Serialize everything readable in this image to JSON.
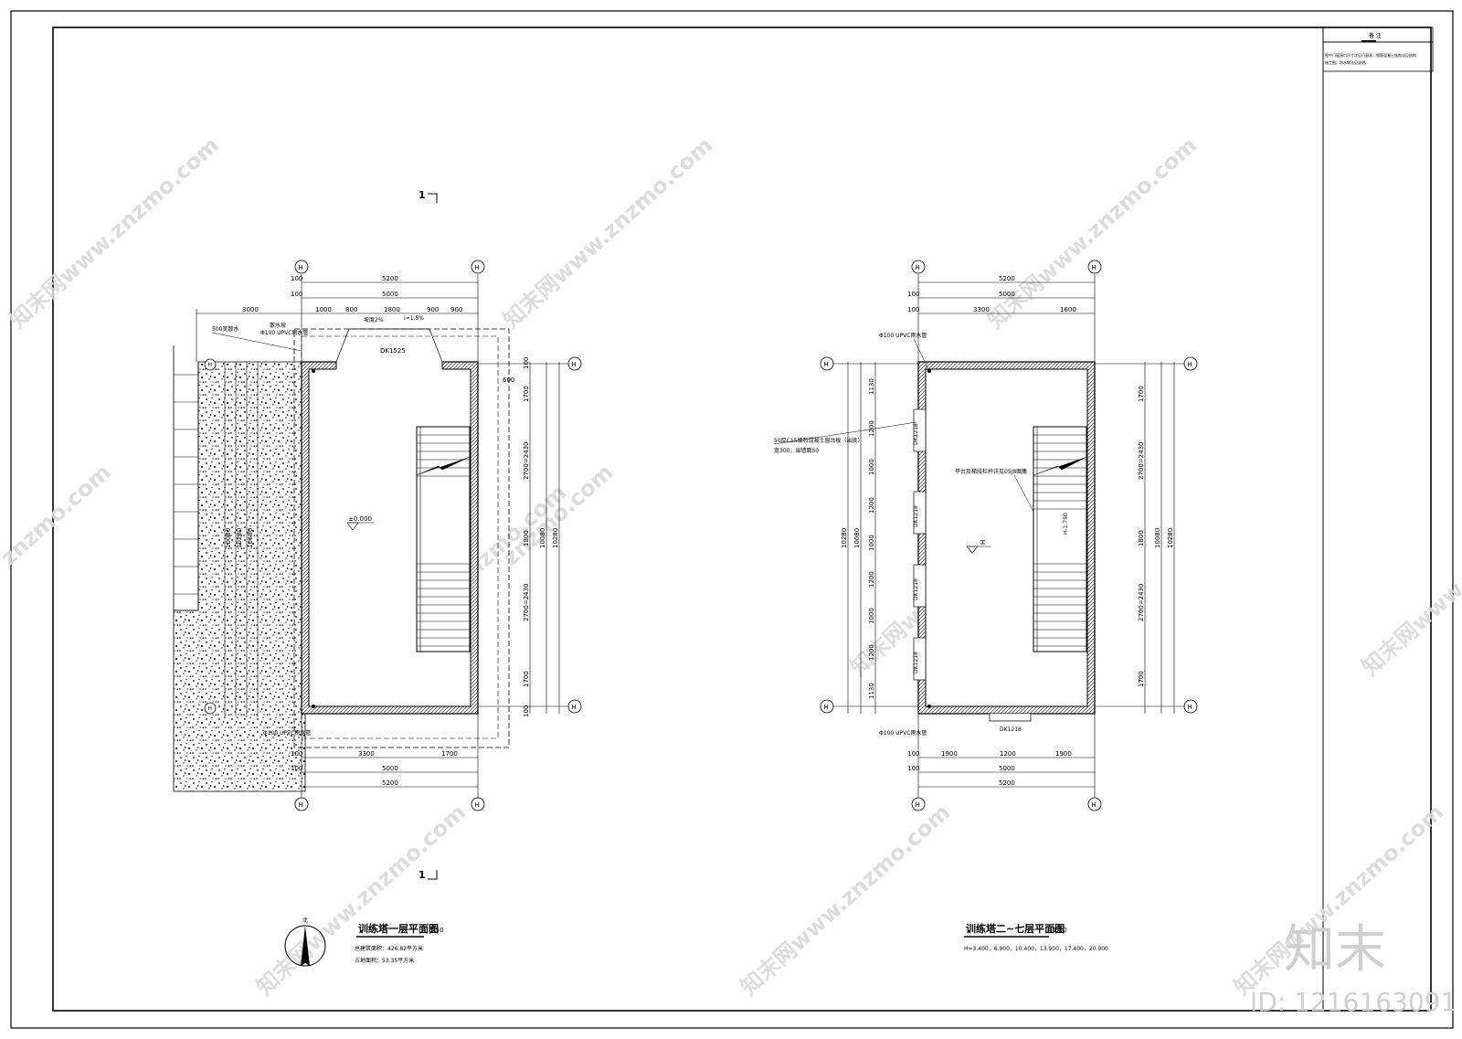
{
  "watermark": {
    "site": "znzmo.com",
    "site_full": "知末网www.znzmo.com",
    "logo_text": "知末",
    "id_text": "ID: 1216163091"
  },
  "legend_box": {
    "header": "备 注",
    "note_line1": "图中门窗洞口尺寸详见门窗表，钢筋混凝土结构详见结构",
    "note_line2": "施工图，防水做法见说明。"
  },
  "plan1": {
    "title": "训练塔一层平面图",
    "scale": "1:50",
    "area1": "总建筑面积：426.82平方米",
    "area2": "占地面积：53.35平方米",
    "north_label": "北",
    "section_mark": "1",
    "level": "±0.000",
    "door_label": "DK1525",
    "pipe_label": "Φ100 UPVC雨水管",
    "pipe_label2": "Φ100 UPVC雨水管",
    "slope_label": "500宽散水",
    "note_a": "散水坡",
    "note_b": "坡度2%",
    "note_c": "i=1.5%",
    "axis": {
      "top_left": "H",
      "top_right": "H",
      "bottom_left": "H",
      "bottom_right": "H",
      "side_top": "H",
      "side_bottom": "H",
      "left_top": "H",
      "left_bottom": "H"
    },
    "dims_top": [
      "5200",
      "5000",
      "100",
      "100",
      "3000",
      "1000",
      "800",
      "1800",
      "900",
      "900"
    ],
    "dims_bottom": [
      "3300",
      "1700",
      "5000",
      "5200",
      "100",
      "100"
    ],
    "dims_right": [
      "1700",
      "2700=2430",
      "1800",
      "2700=2430",
      "1700",
      "10080",
      "10280",
      "100",
      "100",
      "600"
    ],
    "dims_left": [
      "10080",
      "10280",
      "10680"
    ]
  },
  "plan2": {
    "title": "训练塔二~七层平面图",
    "scale": "1:50",
    "elevations": "H=3.400，6.900，10.400，13.900，17.400，20.900",
    "level": "H",
    "stair_level": "H-1.750",
    "pipe_top": "Φ100 UPVC雨水管",
    "pipe_bottom": "Φ100 UPVC雨水管",
    "window_note_line1": "50厚C15细石混凝土窗台板（出挑）",
    "window_note_line2": "宽300，出墙面50",
    "stair_note": "平台及梯段栏杆详见05J8图集",
    "windows": [
      "DK1218",
      "DK1218",
      "DK1218",
      "DK1218"
    ],
    "door_label": "DK1218",
    "axis": {
      "top_left": "H",
      "top_right": "H",
      "bottom_left": "H",
      "bottom_right": "H",
      "left_top": "H",
      "left_bottom": "H",
      "right_top": "H",
      "right_bottom": "H"
    },
    "dims_top": [
      "5200",
      "5000",
      "3300",
      "1600",
      "100",
      "100"
    ],
    "dims_bottom": [
      "1900",
      "1200",
      "1900",
      "5000",
      "5200",
      "100",
      "100"
    ],
    "dims_left": [
      "1130",
      "1200",
      "1000",
      "1200",
      "1000",
      "1200",
      "1000",
      "1200",
      "1130",
      "10080",
      "10280"
    ],
    "dims_right": [
      "1700",
      "2700=2430",
      "1800",
      "2700=2430",
      "1700",
      "10080",
      "10280"
    ]
  }
}
